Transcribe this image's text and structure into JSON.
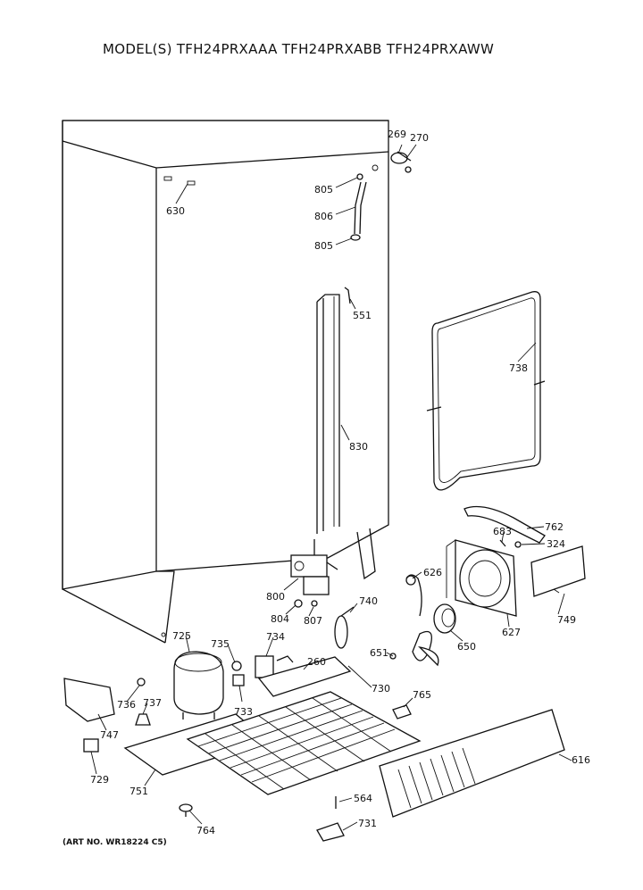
{
  "title": "MODEL(S) TFH24PRXAAA  TFH24PRXABB  TFH24PRXAWW",
  "art_no": "(ART NO. WR18224 C5)",
  "callouts": {
    "c269": "269",
    "c270": "270",
    "c630": "630",
    "c805a": "805",
    "c806": "806",
    "c805b": "805",
    "c551": "551",
    "c738": "738",
    "c830": "830",
    "c762": "762",
    "c683": "683",
    "c324": "324",
    "c626": "626",
    "c800": "800",
    "c740": "740",
    "c804": "804",
    "c807": "807",
    "c749": "749",
    "c627": "627",
    "c650": "650",
    "c725": "725",
    "c735": "735",
    "c734": "734",
    "c260": "260",
    "c651": "651",
    "c736": "736",
    "c737": "737",
    "c733": "733",
    "c730": "730",
    "c765": "765",
    "c747": "747",
    "c616": "616",
    "c729": "729",
    "c751": "751",
    "c564": "564",
    "c731": "731",
    "c764": "764"
  }
}
